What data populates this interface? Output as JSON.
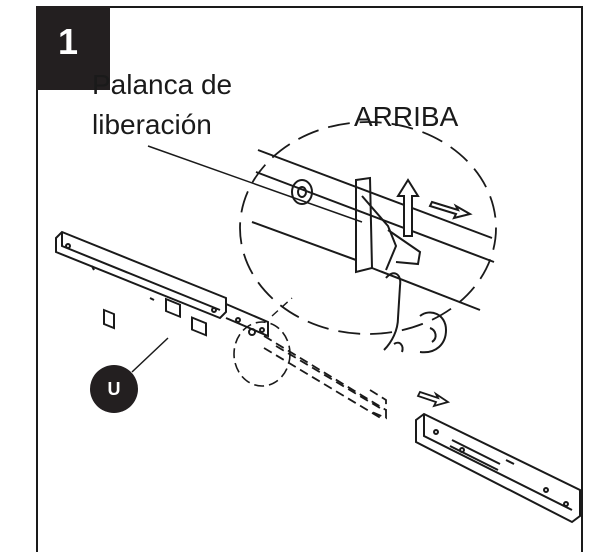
{
  "step": {
    "number": "1"
  },
  "labels": {
    "release_lever_line1": "Palanca de",
    "release_lever_line2": "liberación",
    "up": "ARRIBA"
  },
  "unit_badge": {
    "letter": "U"
  },
  "colors": {
    "ink": "#231f20",
    "background": "#ffffff",
    "badge_text": "#ffffff"
  }
}
